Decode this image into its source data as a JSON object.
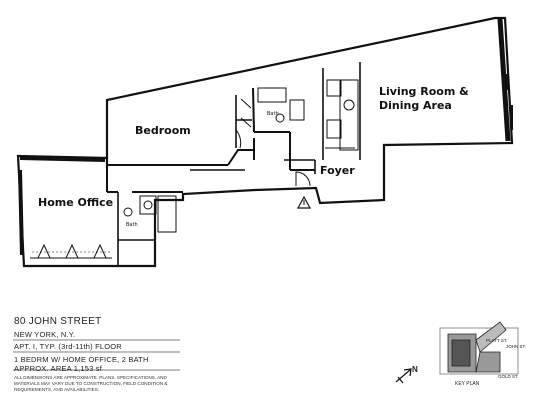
{
  "rooms": {
    "living_line1": "Living Room &",
    "living_line2": "Dining Area",
    "bedroom": "Bedroom",
    "foyer": "Foyer",
    "home_office": "Home Office",
    "bath_tag": "Bath"
  },
  "info_block": {
    "address": "80 JOHN STREET",
    "city": "NEW YORK, N.Y.",
    "apt": "APT. I, TYP. (3rd-11th) FLOOR",
    "type": "1 BEDRM W/ HOME OFFICE, 2 BATH",
    "area": "APPROX. AREA 1,153 sf",
    "disclaimer_1": "ALL DIMENSIONS ARE APPROXIMATE. PLANS, SPECIFICATIONS, AND",
    "disclaimer_2": "MATERIALS MAY VARY DUE TO CONSTRUCTION, FIELD CONDITION &",
    "disclaimer_3": "REQUIREMENTS, AND AVAILABILITIES."
  },
  "key_plan": {
    "label": "KEY PLAN",
    "street_1": "PLATT ST.",
    "street_2": "JOHN ST.",
    "street_3": "GOLD ST."
  },
  "north": "N"
}
